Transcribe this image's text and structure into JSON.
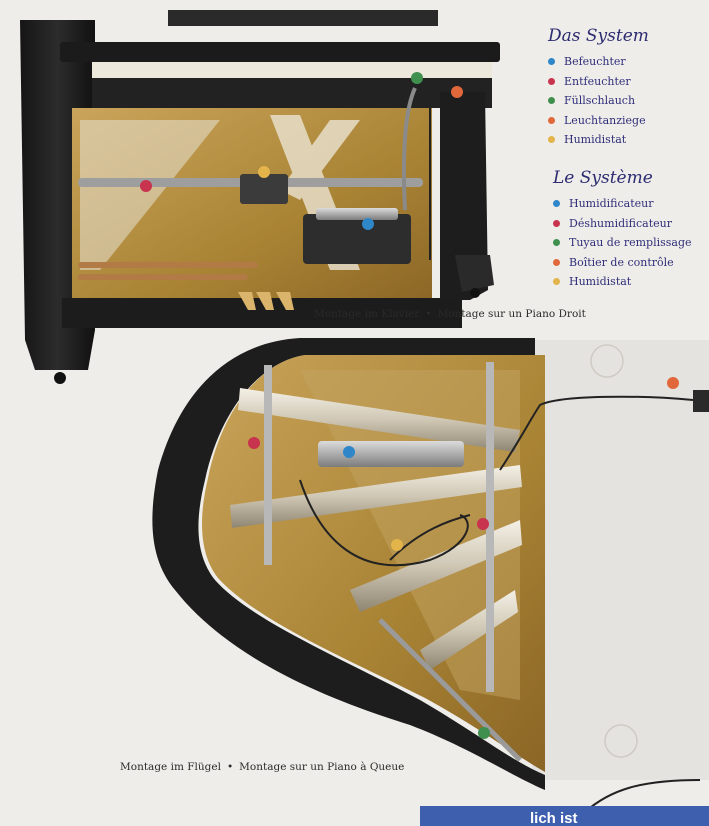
{
  "colors": {
    "blue": "#2f86c8",
    "red": "#c8334d",
    "green": "#3f8f4f",
    "orange": "#e0683a",
    "yellow": "#e2b44a"
  },
  "legend_de": {
    "title": "Das System",
    "items": [
      {
        "label": "Befeuchter",
        "color": "blue"
      },
      {
        "label": "Entfeuchter",
        "color": "red"
      },
      {
        "label": "Füllschlauch",
        "color": "green"
      },
      {
        "label": "Leuchtanziege",
        "color": "orange"
      },
      {
        "label": "Humidistat",
        "color": "yellow"
      }
    ]
  },
  "legend_fr": {
    "title": "Le Système",
    "items": [
      {
        "label": "Humidificateur",
        "color": "blue"
      },
      {
        "label": "Déshumidificateur",
        "color": "red"
      },
      {
        "label": "Tuyau de remplissage",
        "color": "green"
      },
      {
        "label": "Boîtier de contrôle",
        "color": "orange"
      },
      {
        "label": "Humidistat",
        "color": "yellow"
      }
    ]
  },
  "captions": {
    "upright_de": "Montage im Klavier",
    "upright_fr": "Montage sur un Piano Droit",
    "grand_de": "Montage im Flügel",
    "grand_fr": "Montage sur un Piano à Queue",
    "separator": "•"
  },
  "bottom_banner": "lich ist"
}
